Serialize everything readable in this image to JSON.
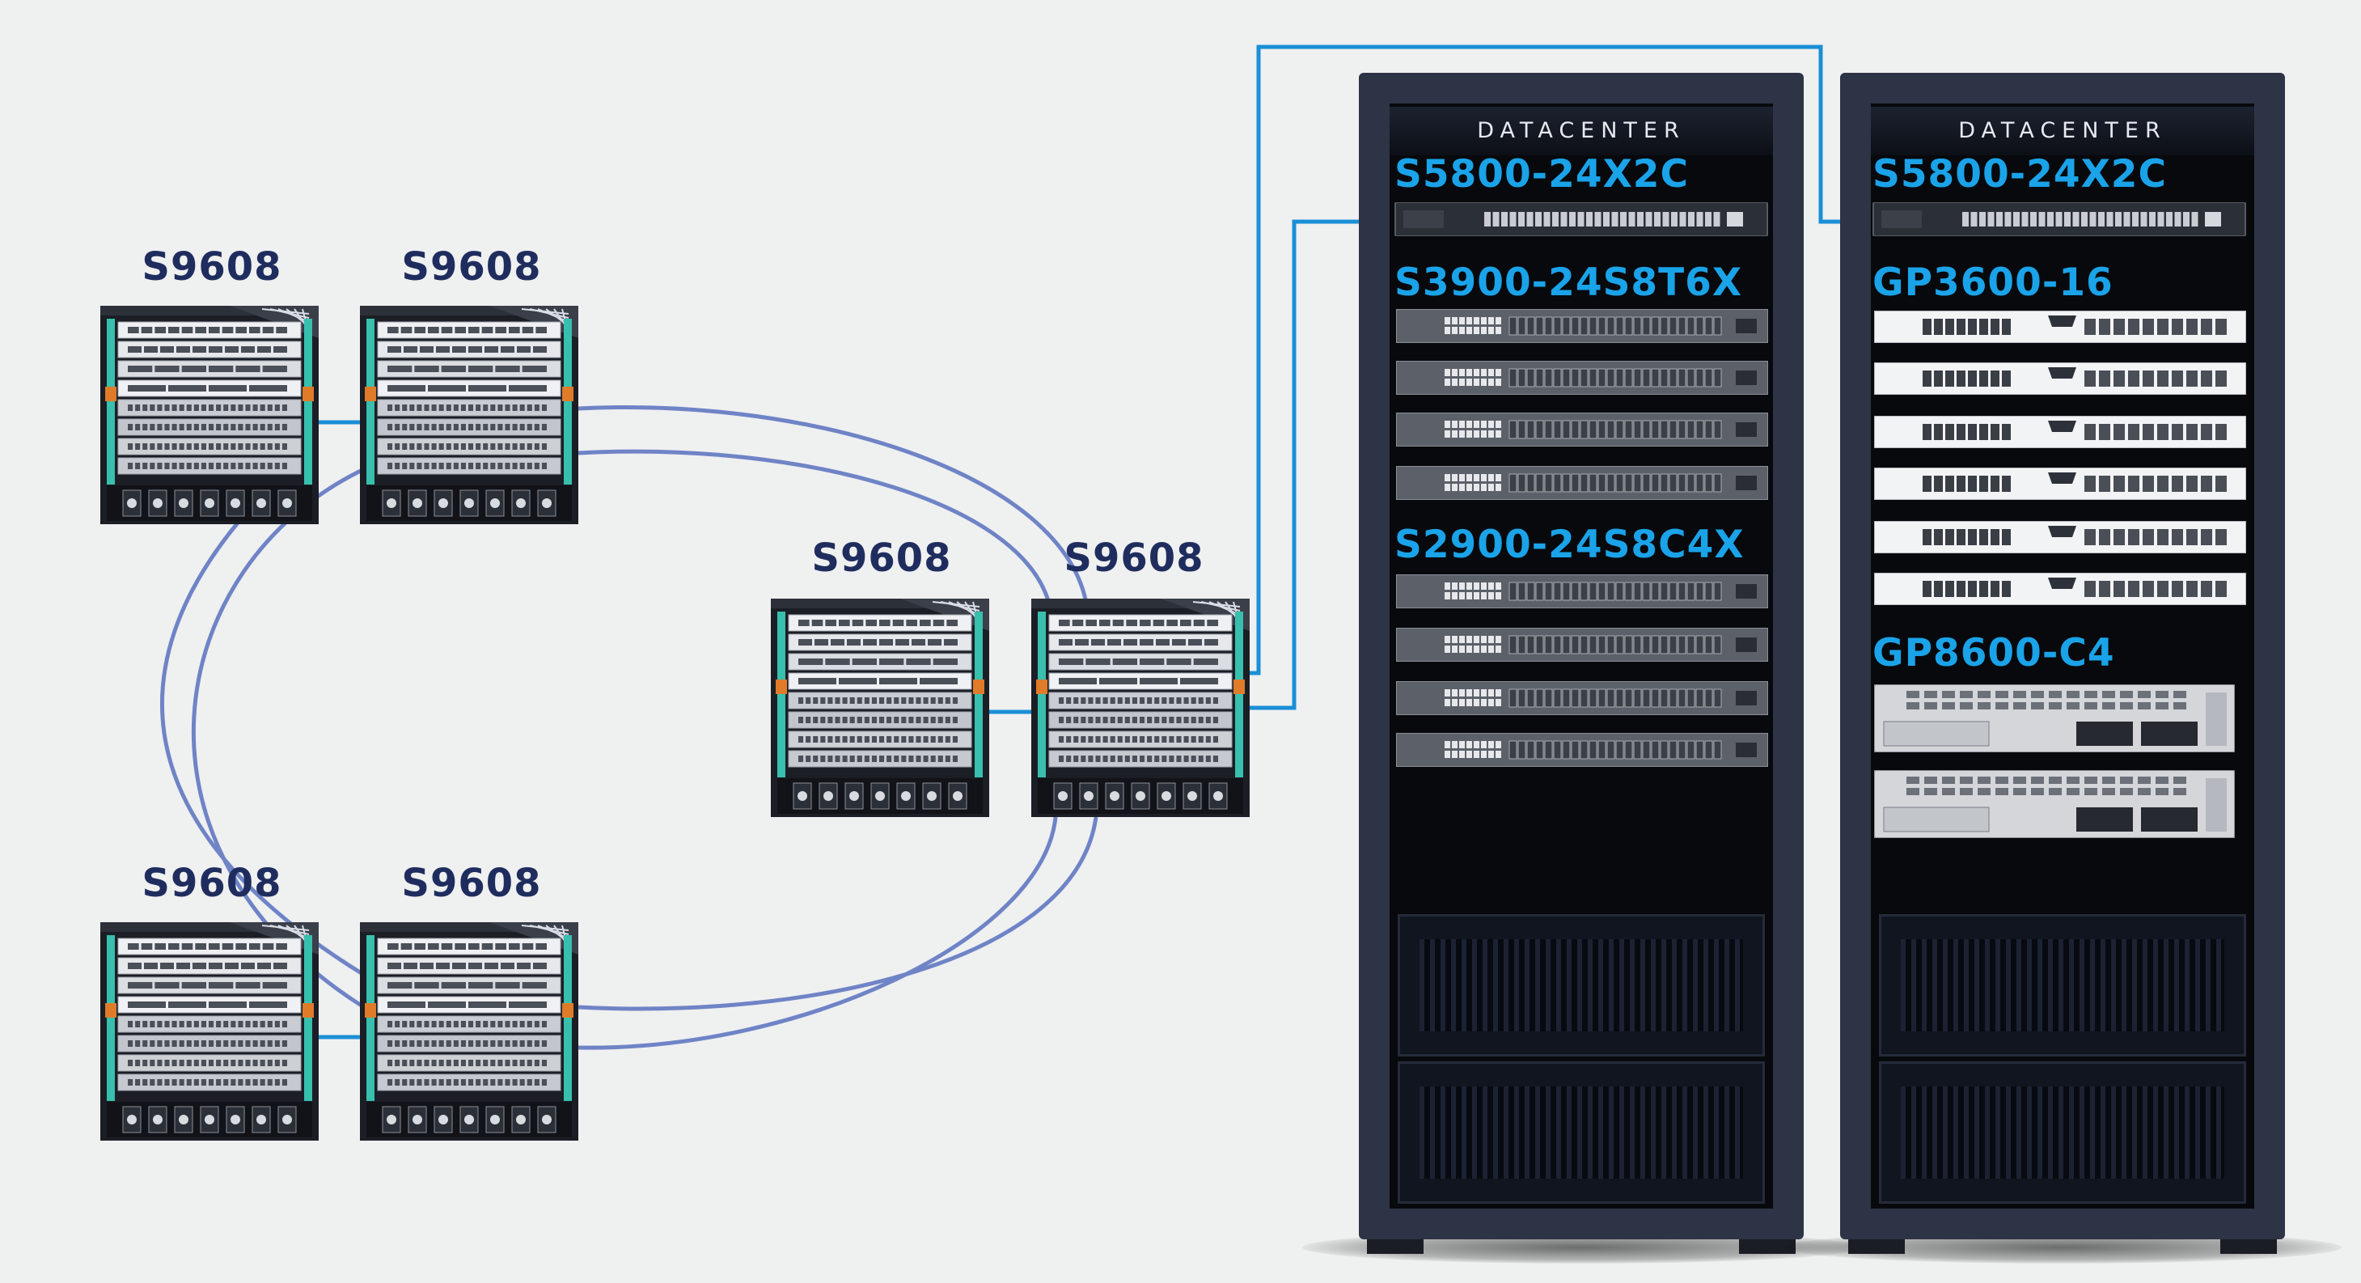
{
  "chassis": [
    {
      "id": "s9608-top-left",
      "label": "S9608"
    },
    {
      "id": "s9608-top-right",
      "label": "S9608"
    },
    {
      "id": "s9608-mid-left",
      "label": "S9608"
    },
    {
      "id": "s9608-mid-right",
      "label": "S9608"
    },
    {
      "id": "s9608-bottom-left",
      "label": "S9608"
    },
    {
      "id": "s9608-bottom-right",
      "label": "S9608"
    }
  ],
  "racks": [
    {
      "id": "rack-1",
      "header": "DATACENTER",
      "groups": [
        {
          "model": "S5800-24X2C",
          "count": 1,
          "style": "dark-switch"
        },
        {
          "model": "S3900-24S8T6X",
          "count": 4,
          "style": "grey-switch"
        },
        {
          "model": "S2900-24S8C4X",
          "count": 4,
          "style": "grey-switch"
        }
      ]
    },
    {
      "id": "rack-2",
      "header": "DATACENTER",
      "groups": [
        {
          "model": "S5800-24X2C",
          "count": 1,
          "style": "dark-switch"
        },
        {
          "model": "GP3600-16",
          "count": 6,
          "style": "white-olt"
        },
        {
          "model": "GP8600-C4",
          "count": 2,
          "style": "olt-chassis"
        }
      ]
    }
  ],
  "colors": {
    "background": "#eff0f0",
    "ring_link": "#6f84c6",
    "uplink": "#1a8fd6",
    "chassis_label": "#1f2d5e",
    "model_label": "#1aa3e8",
    "rack_frame": "#2d3445"
  }
}
